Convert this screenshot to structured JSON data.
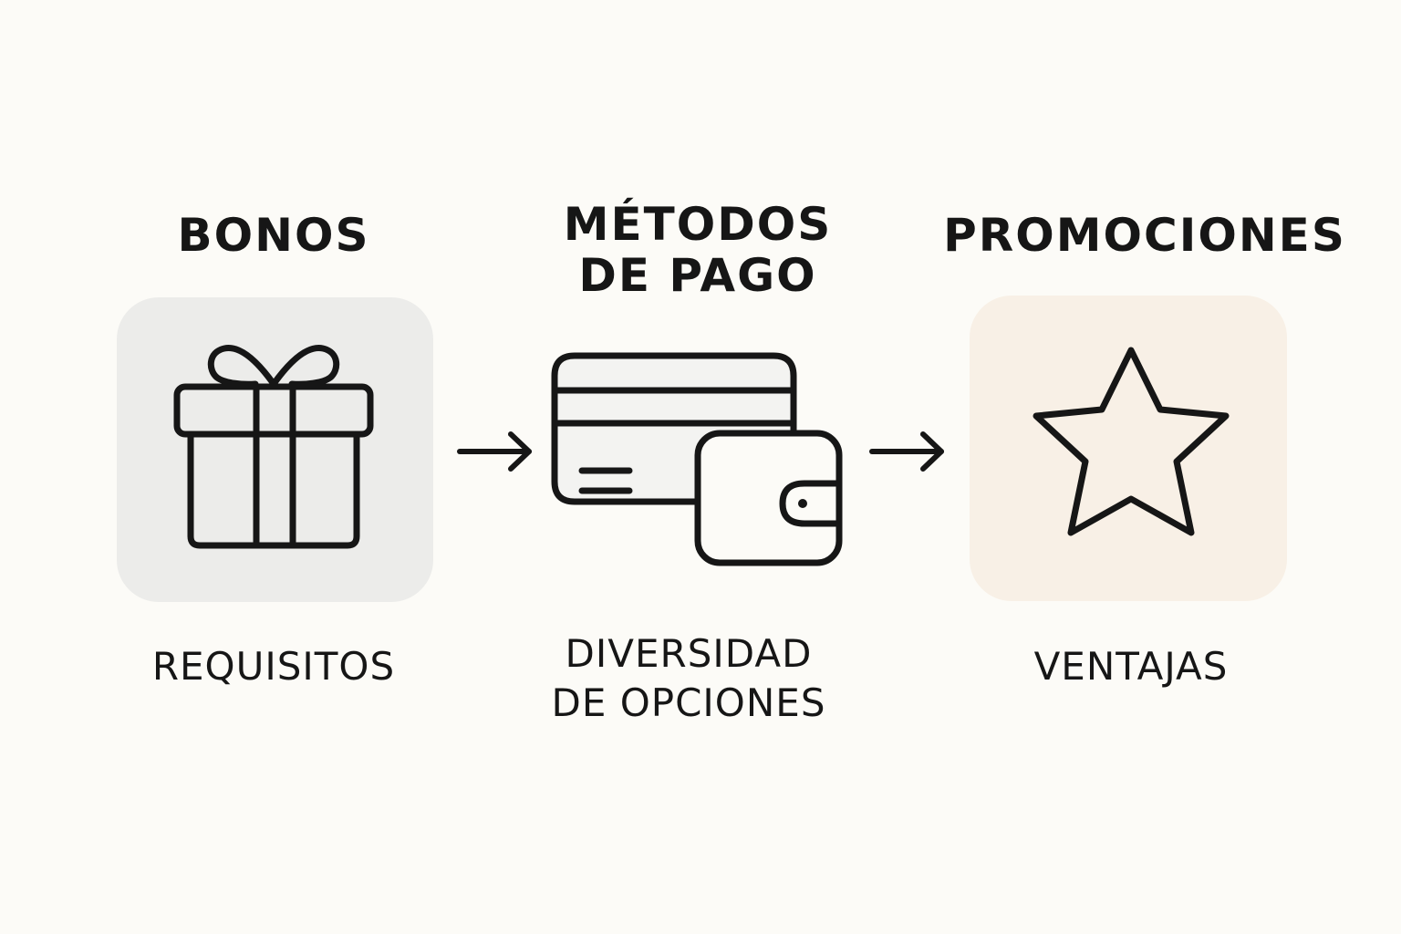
{
  "diagram": {
    "steps": [
      {
        "title": "BONOS",
        "subtitle": "REQUISITOS",
        "icon": "gift-icon",
        "tile_color": "#ececea"
      },
      {
        "title": "MÉTODOS\nDE PAGO",
        "subtitle": "DIVERSIDAD\nDE OPCIONES",
        "icon": "credit-card-wallet-icon",
        "tile_color": "none"
      },
      {
        "title": "PROMOCIONES",
        "subtitle": "VENTAJAS",
        "icon": "star-icon",
        "tile_color": "#f8f0e6"
      }
    ],
    "connectors": [
      {
        "icon": "arrow-right-icon",
        "from": "BONOS",
        "to": "MÉTODOS DE PAGO"
      },
      {
        "icon": "arrow-right-icon",
        "from": "MÉTODOS DE PAGO",
        "to": "PROMOCIONES"
      }
    ],
    "colors": {
      "background": "#fcfbf7",
      "stroke": "#161616",
      "text": "#161616"
    }
  }
}
